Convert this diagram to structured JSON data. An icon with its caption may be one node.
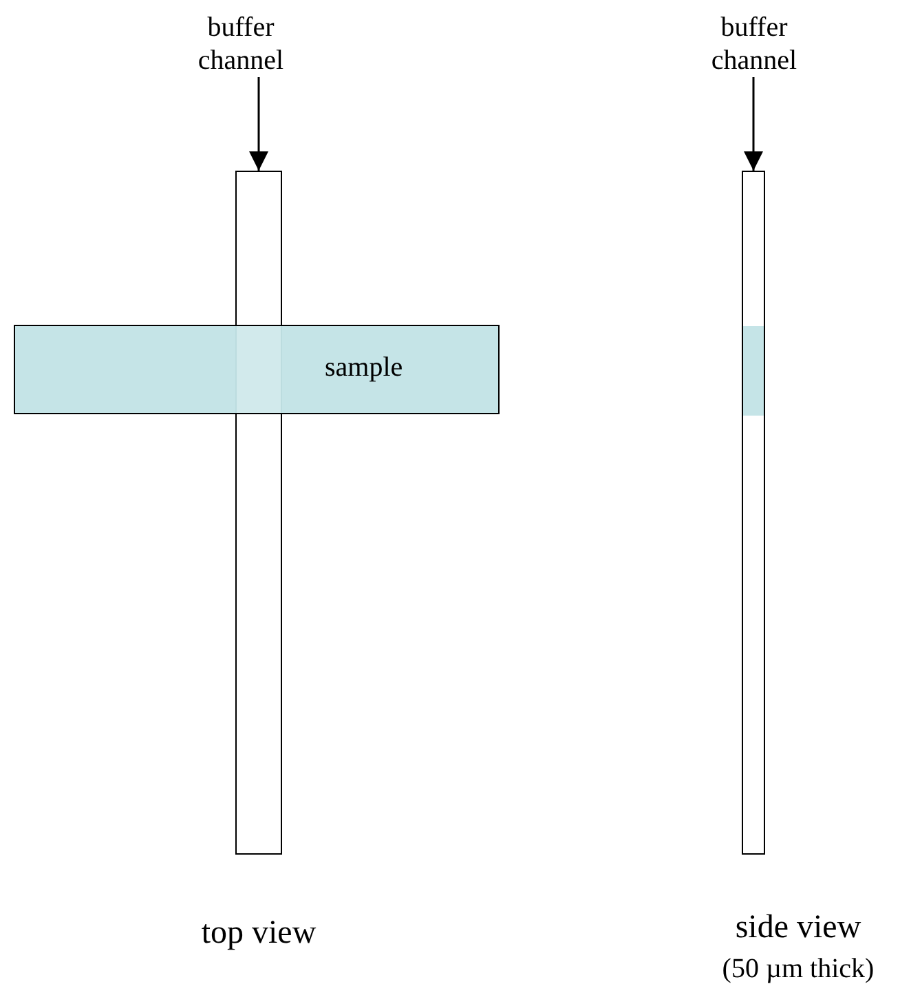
{
  "diagram": {
    "nodes": [
      {
        "text": [
          "buffer channel"
        ]
      },
      {
        "text": [],
        "shape": "bar"
      },
      {
        "text": [
          "sample"
        ]
      },
      {
        "text": [
          "buffer channel"
        ]
      },
      {
        "text": [],
        "shape": "bar"
      }
    ],
    "edges": [
      {
        "from": 0,
        "to": 1,
        "arrow": "to"
      },
      {
        "from": 3,
        "to": 4,
        "arrow": "to"
      }
    ],
    "labels": [
      "top view",
      "side view",
      "(50 µm thick)"
    ]
  }
}
